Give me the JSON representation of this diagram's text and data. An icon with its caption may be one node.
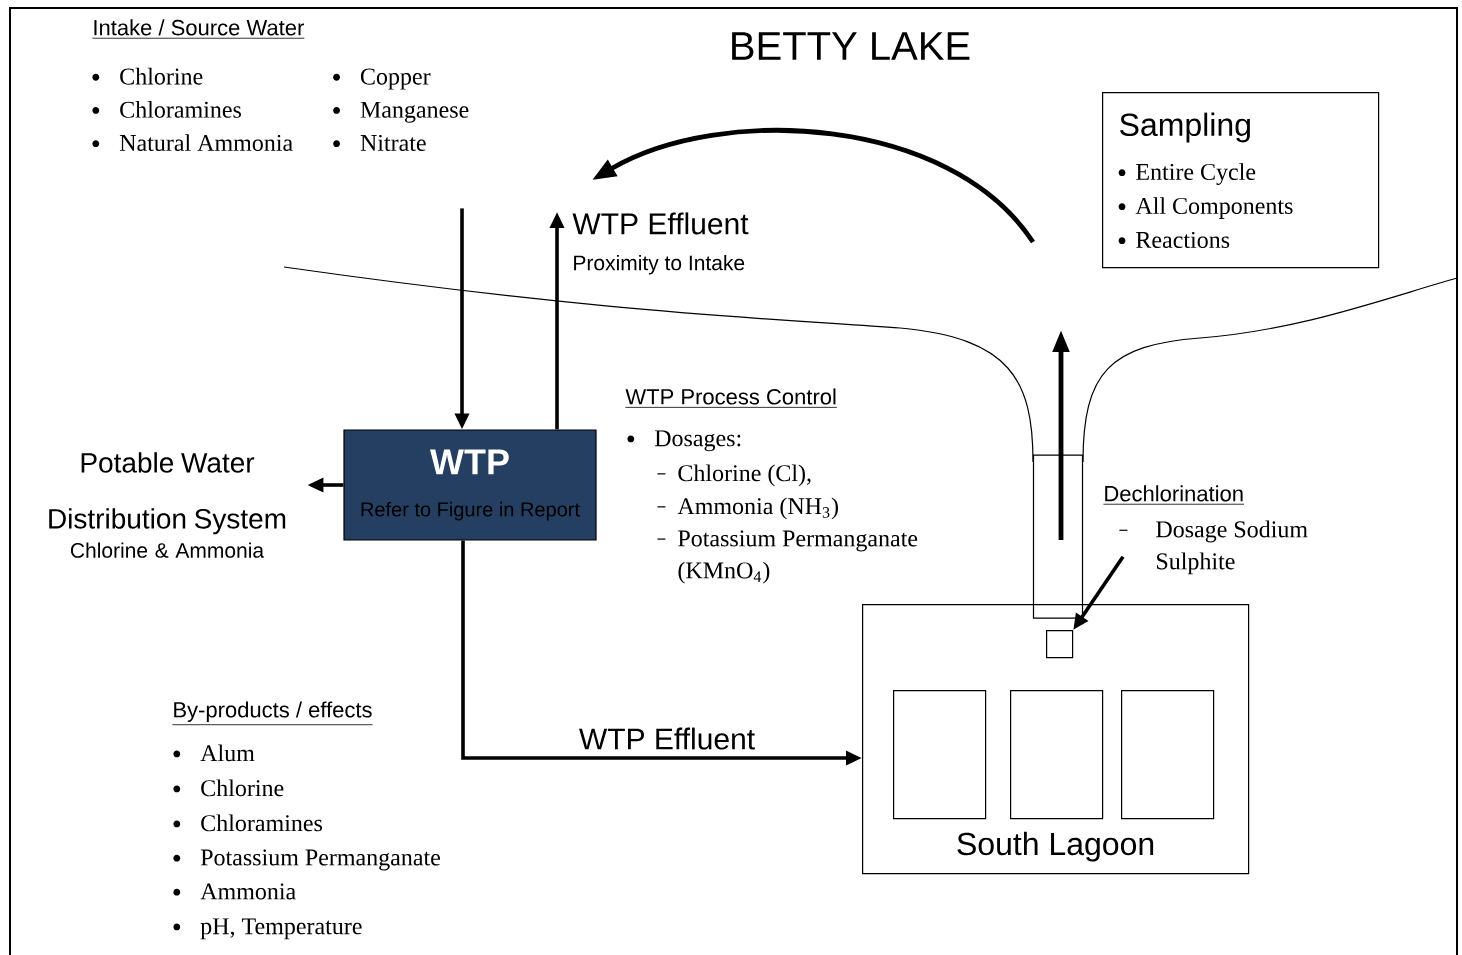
{
  "diagram": {
    "title": "BETTY LAKE",
    "nodes": [
      {
        "text": [
          "Intake / Source Water",
          "Chlorine",
          "Chloramines",
          "Natural Ammonia",
          "Copper",
          "Manganese",
          "Nitrate"
        ]
      },
      {
        "text": [
          "Sampling",
          "Entire Cycle",
          "All Components",
          "Reactions"
        ]
      },
      {
        "text": [
          "WTP Effluent",
          "Proximity to Intake"
        ]
      },
      {
        "text": [],
        "shape": "cylinder"
      },
      {
        "text": [
          "WTP",
          "Refer to Figure in Report"
        ]
      },
      {
        "text": [
          "Potable Water Distribution System",
          "Chlorine & Ammonia"
        ]
      },
      {
        "text": [
          "Dechlorination",
          "Dosage Sodium Sulphite"
        ]
      },
      {
        "text": [
          "South Lagoon"
        ]
      },
      {
        "text": [],
        "shape": "box",
        "in": 7
      },
      {
        "text": [],
        "shape": "box",
        "in": 7
      },
      {
        "text": [],
        "shape": "box",
        "in": 7
      },
      {
        "text": [],
        "shape": "box",
        "in": 7
      }
    ],
    "edges": [
      {
        "from": 0,
        "to": 4,
        "arrow": "to"
      },
      {
        "from": 4,
        "to": 2,
        "arrow": "to"
      },
      {
        "from": 4,
        "to": 5,
        "arrow": "to"
      },
      {
        "from": 4,
        "to": 7,
        "arrow": "to",
        "label": "WTP Effluent"
      },
      {
        "from": 6,
        "to": 8,
        "arrow": "to"
      }
    ],
    "labels": [
      "WTP Process Control",
      "Dosages:",
      "Chlorine (Cl),",
      "Ammonia (NH$_{3}$)",
      "Potassium Permanganate (KMnO$_{4}$)",
      "By-products / effects",
      "Alum",
      "Chlorine",
      "Chloramines",
      "Potassium Permanganate",
      "Ammonia",
      "pH, Temperature"
    ]
  }
}
